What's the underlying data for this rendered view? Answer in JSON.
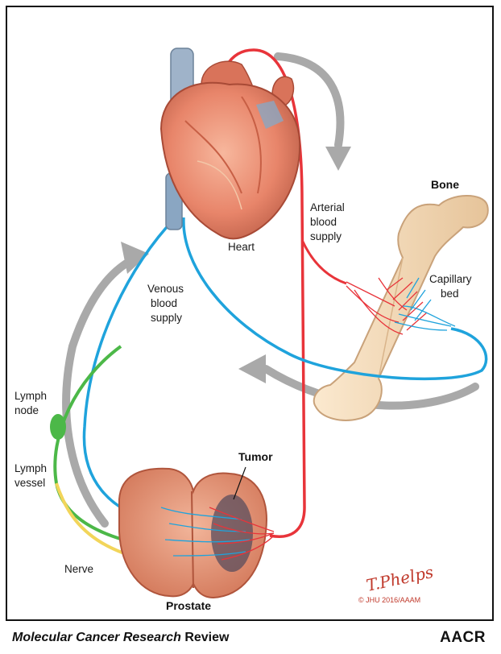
{
  "figure": {
    "labels": {
      "heart": "Heart",
      "arterial": [
        "Arterial",
        "blood",
        "supply"
      ],
      "bone": "Bone",
      "capillary": [
        "Capillary",
        "bed"
      ],
      "venous": [
        "Venous",
        "blood",
        "supply"
      ],
      "lymph_node": [
        "Lymph",
        "node"
      ],
      "lymph_vessel": [
        "Lymph",
        "vessel"
      ],
      "tumor": "Tumor",
      "nerve": "Nerve",
      "prostate": "Prostate"
    },
    "signature": "T.Phelps",
    "credit": "© JHU 2016/AAAM",
    "colors": {
      "artery": "#e8343a",
      "vein": "#1fa3dc",
      "lymph": "#4cb848",
      "nerve": "#f2d55a",
      "flow_arrow": "#a9a9a9",
      "bone": "#f2d7b0",
      "prostate": "#e59a7a",
      "heart": "#e8856a"
    }
  },
  "footer": {
    "journal": "Molecular Cancer Research",
    "type": "Review",
    "logo": "AACR"
  }
}
